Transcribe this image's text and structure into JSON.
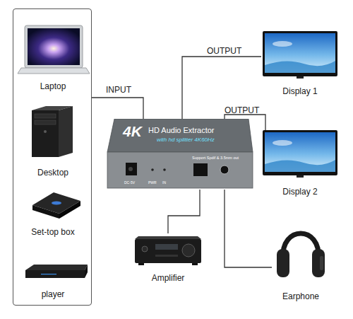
{
  "diagram": {
    "nodes": [
      {
        "text": []
      },
      {
        "text": [
          "Laptop"
        ],
        "in": 0
      },
      {
        "text": [
          "Desktop"
        ],
        "in": 0
      },
      {
        "text": [
          "Set-top box"
        ],
        "in": 0
      },
      {
        "text": [
          "player"
        ],
        "in": 0
      },
      {
        "text": [
          "4K",
          "HD Audio Extractor",
          "with hd splitter 4K60Hz",
          "Support Spdif & 3.5mm out",
          "DC-5V",
          "PWR",
          "IN"
        ]
      },
      {
        "text": [
          "Display 1"
        ]
      },
      {
        "text": [
          "Display 2"
        ]
      },
      {
        "text": [
          "Amplifier"
        ]
      },
      {
        "text": [
          "Earphone"
        ]
      }
    ],
    "edges": [
      {
        "from": 0,
        "to": 5,
        "label": "INPUT",
        "arrow": "none"
      },
      {
        "from": 5,
        "to": 6,
        "label": "OUTPUT",
        "arrow": "none"
      },
      {
        "from": 5,
        "to": 7,
        "label": "OUTPUT",
        "arrow": "none"
      },
      {
        "from": 5,
        "to": 8,
        "arrow": "none"
      },
      {
        "from": 5,
        "to": 9,
        "arrow": "none"
      }
    ]
  }
}
